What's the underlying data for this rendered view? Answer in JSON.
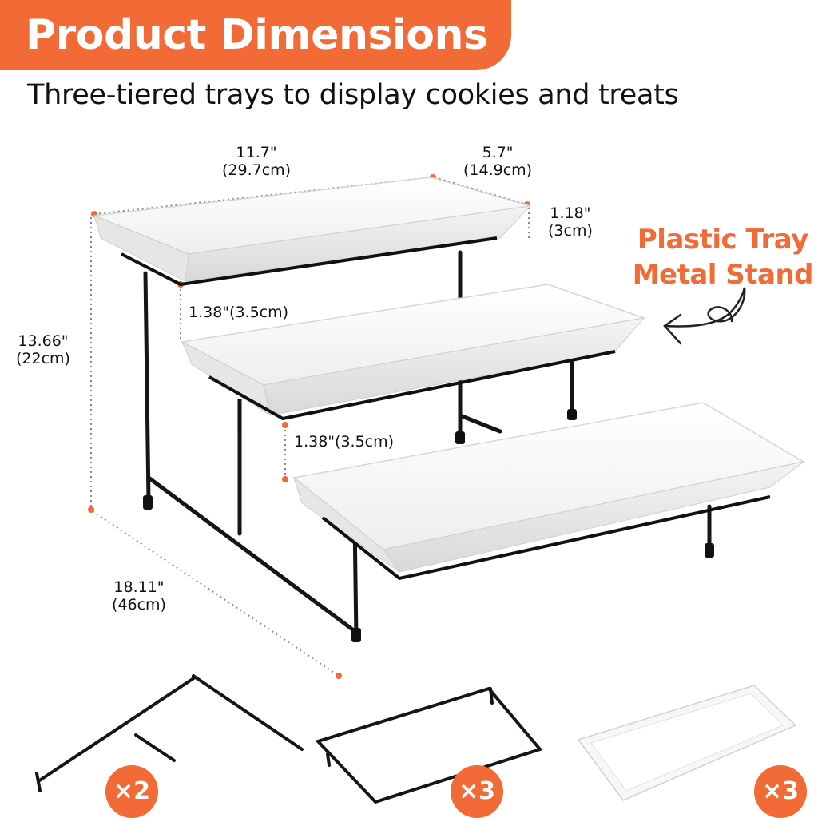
{
  "header": {
    "title": "Product Dimensions",
    "subtitle": "Three-tiered trays to display cookies and treats"
  },
  "dimensions": {
    "length": {
      "inches": "11.7\"",
      "cm": "(29.7cm)"
    },
    "width": {
      "inches": "5.7\"",
      "cm": "(14.9cm)"
    },
    "tray_depth": {
      "inches": "1.18\"",
      "cm": "(3cm)"
    },
    "total_height": {
      "inches": "13.66\"",
      "cm": "(22cm)"
    },
    "total_depth": {
      "inches": "18.11\"",
      "cm": "(46cm)"
    },
    "tier_gap_1": "1.38\"(3.5cm)",
    "tier_gap_2": "1.38\"(3.5cm)"
  },
  "material": {
    "line1": "Plastic Tray",
    "line2": "Metal Stand"
  },
  "parts": [
    {
      "name": "side frame",
      "quantity": "×2"
    },
    {
      "name": "tray holder",
      "quantity": "×3"
    },
    {
      "name": "tray",
      "quantity": "×3"
    }
  ],
  "colors": {
    "accent": "#f26b36",
    "text": "#111111",
    "tray": "#ffffff",
    "stand": "#111111"
  }
}
